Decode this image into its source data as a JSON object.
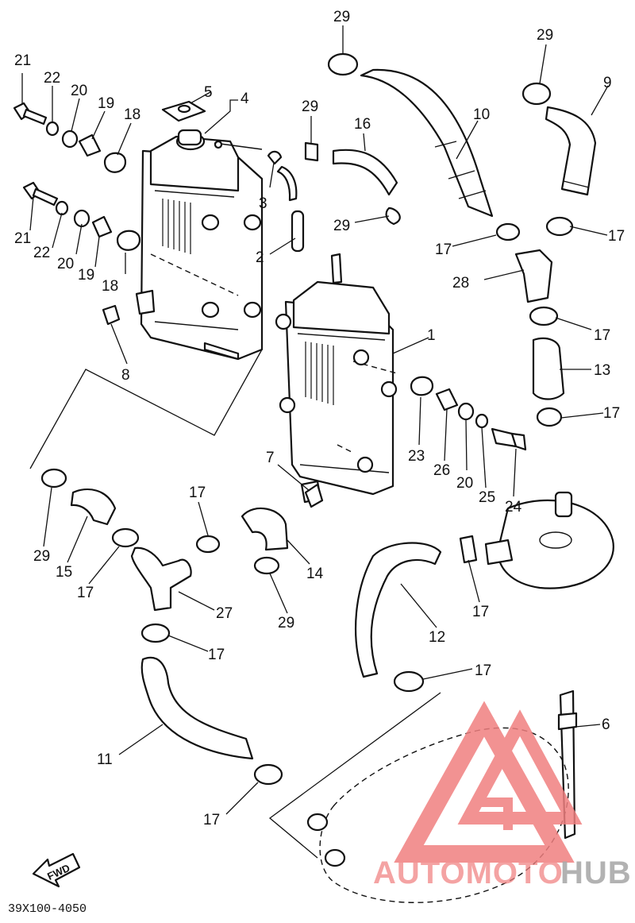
{
  "diagram": {
    "diagram_code": "39X100-4050",
    "fwd_label": "FWD",
    "watermark": {
      "text_colored": "AUTOMOTO",
      "text_gray": "HUB",
      "brand_color": "#f08080",
      "gray_color": "#9a9a9a"
    },
    "labels": {
      "l1": "1",
      "l2": "2",
      "l3": "3",
      "l4": "4",
      "l5": "5",
      "l6": "6",
      "l7": "7",
      "l8": "8",
      "l9": "9",
      "l10": "10",
      "l11": "11",
      "l12": "12",
      "l13": "13",
      "l14": "14",
      "l15": "15",
      "l16": "16",
      "l17": "17",
      "l18": "18",
      "l19": "19",
      "l20": "20",
      "l21": "21",
      "l22": "22",
      "l23": "23",
      "l24": "24",
      "l25": "25",
      "l26": "26",
      "l27": "27",
      "l28": "28",
      "l29": "29"
    }
  }
}
